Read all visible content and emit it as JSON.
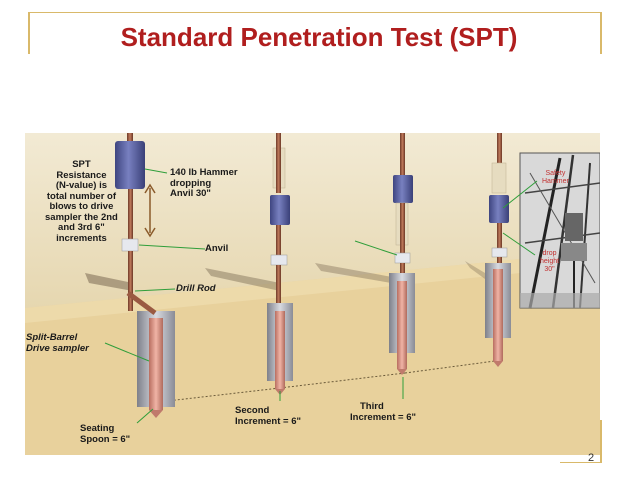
{
  "slide": {
    "title": "Standard Penetration Test (SPT)",
    "page_number": "2"
  },
  "diagram": {
    "labels": {
      "resistance_note": [
        "SPT",
        "Resistance",
        "(N-value) is",
        "total number of",
        "blows to drive",
        "sampler the 2nd",
        "and 3rd 6\"",
        "increments"
      ],
      "hammer": [
        "140 lb Hammer",
        "dropping",
        "Anvil 30\""
      ],
      "anvil": "Anvil",
      "drill_rod": "Drill Rod",
      "sampler": [
        "Split-Barrel",
        "Drive sampler"
      ],
      "seating": [
        "Seating",
        "Spoon = 6\""
      ],
      "second": [
        "Second",
        "Increment = 6\""
      ],
      "third": [
        "Third",
        "Increment = 6\""
      ]
    },
    "photo_labels": {
      "hammer": [
        "Safety",
        "Hammer"
      ],
      "drop": [
        "drop",
        "height",
        "30\""
      ]
    },
    "colors": {
      "sky": "#ece1c2",
      "soil": "#e9d3a0",
      "hammer": "#5e66a6",
      "rod": "#9a5a42",
      "casing": "#b2b4bd",
      "sampler": "#d89888",
      "title": "#b01e1e",
      "accent": "#d9b96a",
      "arrow": "#2f9e3a"
    }
  }
}
